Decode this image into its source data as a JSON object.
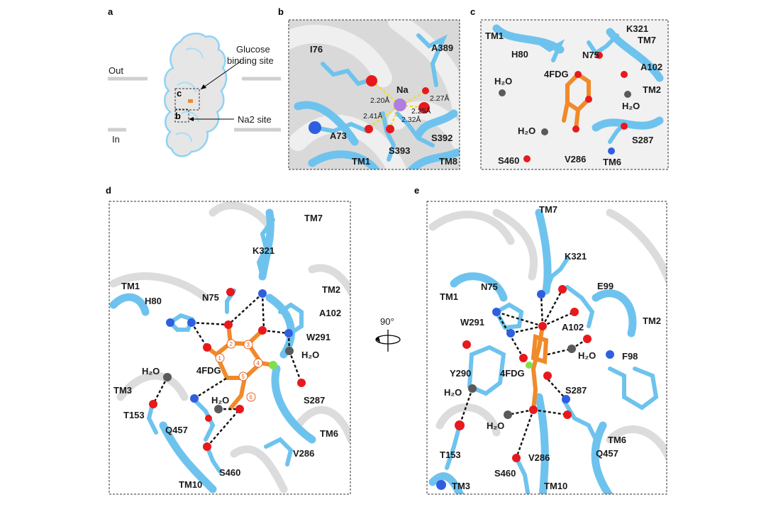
{
  "panels": {
    "a": {
      "letter": "a",
      "out_label": "Out",
      "in_label": "In",
      "glucose_label": "Glucose binding site",
      "glucose_line1": "Glucose",
      "glucose_line2": "binding site",
      "na2_label": "Na2 site",
      "box_c": "c",
      "box_b": "b"
    },
    "b": {
      "letter": "b",
      "residues": [
        "I76",
        "A389",
        "A73",
        "S392",
        "S393"
      ],
      "helices": [
        "TM1",
        "TM8"
      ],
      "ion": "Na",
      "distances": [
        "2.20Å",
        "2.27Å",
        "2.41Å",
        "2.25Å",
        "2.32Å"
      ]
    },
    "c": {
      "letter": "c",
      "residues": [
        "K321",
        "H80",
        "N75",
        "A102",
        "S287",
        "S460",
        "V286"
      ],
      "helices": [
        "TM1",
        "TM7",
        "TM2",
        "TM6"
      ],
      "ligand": "4FDG",
      "waters": [
        "H₂O",
        "H₂O",
        "H₂O"
      ]
    },
    "d": {
      "letter": "d",
      "residues": [
        "K321",
        "H80",
        "N75",
        "A102",
        "W291",
        "T153",
        "Q457",
        "S287",
        "V286",
        "S460"
      ],
      "helices": [
        "TM7",
        "TM1",
        "TM2",
        "TM3",
        "TM6",
        "TM10"
      ],
      "ligand": "4FDG",
      "waters": [
        "H₂O",
        "H₂O",
        "H₂O"
      ],
      "ring_numbers": [
        "1",
        "2",
        "3",
        "4",
        "5",
        "6"
      ]
    },
    "e": {
      "letter": "e",
      "residues": [
        "K321",
        "N75",
        "E99",
        "W291",
        "A102",
        "F98",
        "Y290",
        "S287",
        "T153",
        "V286",
        "Q457",
        "S460"
      ],
      "helices": [
        "TM7",
        "TM1",
        "TM2",
        "TM6",
        "TM10",
        "TM3"
      ],
      "ligand": "4FDG",
      "waters": [
        "H₂O",
        "H₂O",
        "H₂O"
      ]
    }
  },
  "rotation_label": "90°",
  "colors": {
    "carbon_protein": "#6ec3ee",
    "carbon_ligand": "#f08a2a",
    "oxygen": "#e8191c",
    "nitrogen": "#2f5fe0",
    "fluorine": "#7fe04a",
    "water": "#5a5a5a",
    "sodium": "#b07de0",
    "hbond": "#111111",
    "na_coordination": "#f2e01a"
  }
}
